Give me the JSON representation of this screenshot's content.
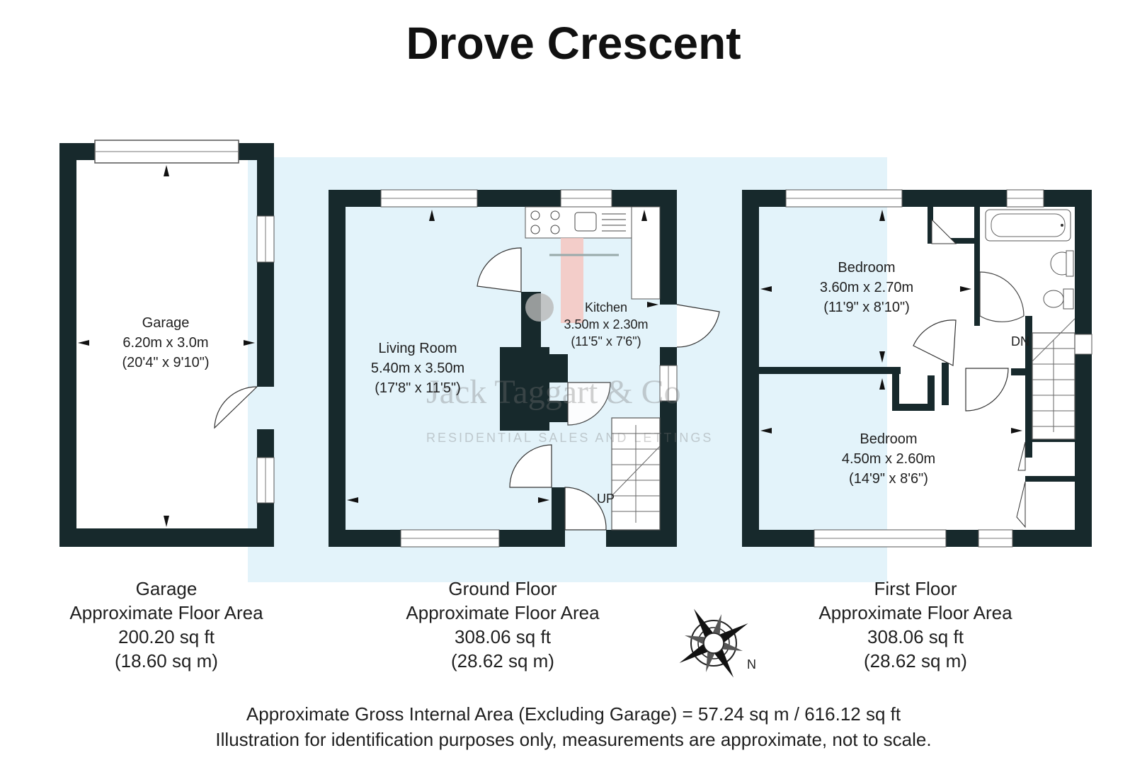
{
  "title": "Drove Crescent",
  "rooms": {
    "garage": {
      "name": "Garage",
      "metric": "6.20m x 3.0m",
      "imperial": "(20'4\" x 9'10\")"
    },
    "living_room": {
      "name": "Living Room",
      "metric": "5.40m x 3.50m",
      "imperial": "(17'8\" x 11'5\")"
    },
    "kitchen": {
      "name": "Kitchen",
      "metric": "3.50m x 2.30m",
      "imperial": "(11'5\" x 7'6\")"
    },
    "bedroom_1": {
      "name": "Bedroom",
      "metric": "3.60m x 2.70m",
      "imperial": "(11'9\" x 8'10\")"
    },
    "bedroom_2": {
      "name": "Bedroom",
      "metric": "4.50m x 2.60m",
      "imperial": "(14'9\" x 8'6\")"
    }
  },
  "stairs": {
    "up_label": "UP",
    "down_label": "DN"
  },
  "floors": {
    "garage": {
      "name": "Garage",
      "caption": "Approximate Floor Area",
      "sqft": "200.20 sq ft",
      "sqm": "(18.60 sq m)"
    },
    "ground": {
      "name": "Ground Floor",
      "caption": "Approximate Floor Area",
      "sqft": "308.06 sq ft",
      "sqm": "(28.62 sq m)"
    },
    "first": {
      "name": "First Floor",
      "caption": "Approximate Floor Area",
      "sqft": "308.06 sq ft",
      "sqm": "(28.62 sq m)"
    }
  },
  "compass": {
    "north_label": "N"
  },
  "watermark": {
    "brand": "Jack Taggart & Co",
    "tagline": "RESIDENTIAL SALES AND LETTINGS"
  },
  "footer": {
    "gross_area": "Approximate Gross Internal Area (Excluding Garage) = 57.24 sq m / 616.12 sq ft",
    "disclaimer": "Illustration for identification purposes only, measurements are approximate, not to scale."
  },
  "colors": {
    "wall": "#17292c",
    "highlight": "#e3f3fa",
    "accent_shadow": "#f6c6c0"
  }
}
